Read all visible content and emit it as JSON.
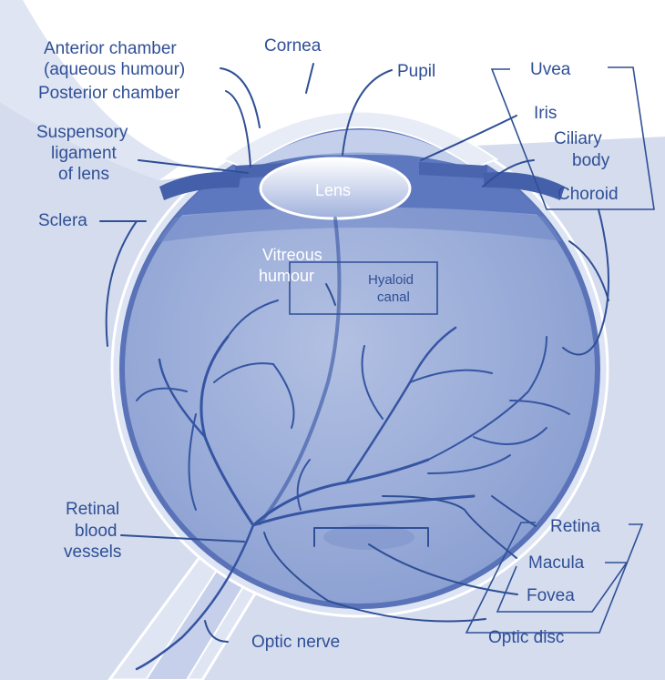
{
  "labels": {
    "anterior_chamber_1": "Anterior chamber",
    "anterior_chamber_2": "(aqueous humour)",
    "posterior_chamber": "Posterior chamber",
    "cornea": "Cornea",
    "pupil": "Pupil",
    "uvea": "Uvea",
    "iris": "Iris",
    "ciliary_body_1": "Ciliary",
    "ciliary_body_2": "body",
    "choroid": "Choroid",
    "suspensory_1": "Suspensory",
    "suspensory_2": "ligament",
    "suspensory_3": "of lens",
    "lens": "Lens",
    "sclera": "Sclera",
    "vitreous_1": "Vitreous",
    "vitreous_2": "humour",
    "hyaloid_1": "Hyaloid",
    "hyaloid_2": "canal",
    "retinal_vessels_1": "Retinal",
    "retinal_vessels_2": "blood",
    "retinal_vessels_3": "vessels",
    "retina": "Retina",
    "macula": "Macula",
    "fovea": "Fovea",
    "optic_disc": "Optic disc",
    "optic_nerve": "Optic nerve"
  },
  "colors": {
    "label": "#2f4f96",
    "eyeball_fill": "#a4b4dc",
    "eyeball_dark": "#6f87c7",
    "sclera": "#dde4f3",
    "background_shade": "#d4dcee"
  }
}
